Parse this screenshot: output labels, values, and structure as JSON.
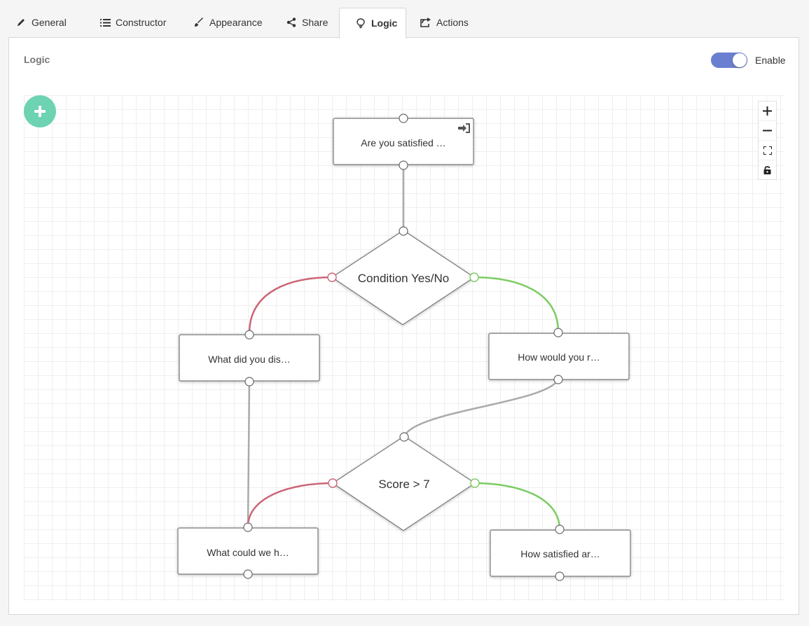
{
  "tabs": [
    {
      "label": "General",
      "icon": "pencil-icon"
    },
    {
      "label": "Constructor",
      "icon": "list-icon"
    },
    {
      "label": "Appearance",
      "icon": "brush-icon"
    },
    {
      "label": "Share",
      "icon": "share-icon"
    },
    {
      "label": "Logic",
      "icon": "lightbulb-icon",
      "active": true
    },
    {
      "label": "Actions",
      "icon": "export-icon"
    }
  ],
  "panel": {
    "title": "Logic",
    "enable_label": "Enable",
    "enabled": true
  },
  "colors": {
    "accent": "#6b7fd0",
    "add_button": "#6dd3b2",
    "yes_connector": "#7ccc63",
    "no_connector": "#cc6677",
    "default_connector": "#aaaaaa"
  },
  "canvas": {
    "add_icon": "plus-icon",
    "zoom_controls": [
      "zoom-in-icon",
      "zoom-out-icon",
      "fit-screen-icon",
      "lock-icon"
    ]
  },
  "flow": {
    "nodes": [
      {
        "id": "q1",
        "type": "question",
        "label": "Are you satisfied …",
        "start": true,
        "start_icon": "entry-icon"
      },
      {
        "id": "c1",
        "type": "condition",
        "label": "Condition Yes/No"
      },
      {
        "id": "q2",
        "type": "question",
        "label": "What did you dis…"
      },
      {
        "id": "q3",
        "type": "question",
        "label": "How would you r…"
      },
      {
        "id": "c2",
        "type": "condition",
        "label": "Score > 7"
      },
      {
        "id": "q4",
        "type": "question",
        "label": "What could we h…"
      },
      {
        "id": "q5",
        "type": "question",
        "label": "How satisfied ar…"
      }
    ]
  }
}
